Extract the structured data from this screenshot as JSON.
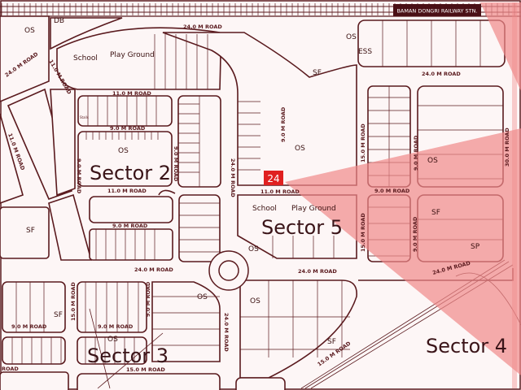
{
  "map": {
    "station_label": "BAMAN DONGRI RAILWAY STN.",
    "highlight_plot": "24",
    "sectors": [
      "Sector 2",
      "Sector 3",
      "Sector 4",
      "Sector 5"
    ],
    "roads": {
      "r24_top": "24.0 M ROAD",
      "r24_top_right": "24.0 M ROAD",
      "r24_left_diag": "24.0 M ROAD",
      "r11_diag": "11.0 M ROAD",
      "r11_left": "11.0 M ROAD",
      "r11_sector2_top": "11.0 M ROAD",
      "r9_sector2": "9.0 M ROAD",
      "r9_vert_a": "9.0 M ROAD",
      "r9_vert_b": "9.0 M ROAD",
      "r11_sector2_bottom": "11.0 M ROAD",
      "r24_vert_center": "24.0 M ROAD",
      "r9_vert_c": "9.0 M ROAD",
      "r11_sector5": "11.0 M ROAD",
      "r9_right_top": "9.0 M ROAD",
      "r15_vert_right": "15.0 M ROAD",
      "r9_vert_right": "9.0 M ROAD",
      "r30_right": "30.0 M ROAD",
      "r9_lower_left": "9.0 M ROAD",
      "r9_lower_right": "9.0 M ROAD",
      "r24_mid_left": "24.0 M ROAD",
      "r24_mid_right": "24.0 M ROAD",
      "r24_mid_far": "24.0 M ROAD",
      "r9_sector3_a": "9.0 M ROAD",
      "r9_sector3_b": "9.0 M ROAD",
      "r15_sector3_vert": "15.0 M ROAD",
      "r9_sector3_vert": "9.0 M ROAD",
      "r24_vert_lower": "24.0 M ROAD",
      "r15_bottom": "15.0 M ROAD",
      "r15_curve": "15.0 M ROAD",
      "road_left_edge": "ROAD"
    },
    "labels": {
      "os": "OS",
      "db": "DB",
      "ess": "ESS",
      "sf": "SF",
      "school": "School",
      "playground": "Play Ground",
      "stalls": "Stalls",
      "sp": "SP"
    }
  },
  "colors": {
    "line": "#5a1a1e",
    "highlight_zone": "#f08a8a",
    "highlight_plot": "#e02020",
    "background": "#fdf6f6"
  }
}
